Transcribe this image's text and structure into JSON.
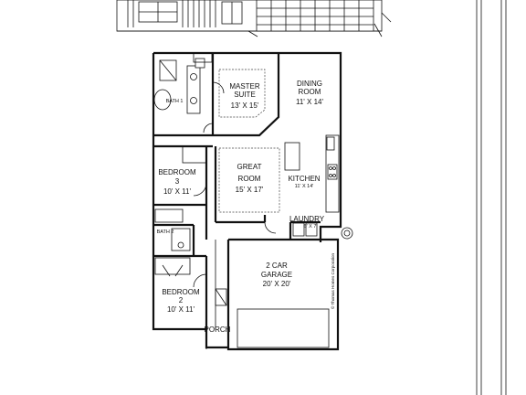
{
  "rooms": {
    "master_suite": {
      "name_line1": "MASTER",
      "name_line2": "SUITE",
      "size": "13' X 15'"
    },
    "dining_room": {
      "name_line1": "DINING",
      "name_line2": "ROOM",
      "size": "11' X 14'"
    },
    "great_room": {
      "name_line1": "GREAT",
      "name_line2": "ROOM",
      "size": "15' X 17'"
    },
    "kitchen": {
      "name": "KITCHEN",
      "size": "11' X 14'"
    },
    "bedroom3": {
      "name_line1": "BEDROOM",
      "name_line2": "3",
      "size": "10' X 11'"
    },
    "bedroom2": {
      "name_line1": "BEDROOM",
      "name_line2": "2",
      "size": "10' X 11'"
    },
    "bath1": {
      "name": "BATH 1"
    },
    "bath2": {
      "name": "BATH 2"
    },
    "laundry": {
      "name": "LAUNDRY",
      "size": "6' X 7'"
    },
    "garage": {
      "name_line1": "2 CAR",
      "name_line2": "GARAGE",
      "size": "20' X 20'"
    },
    "porch": {
      "name": "PORCH"
    }
  },
  "copyright": "© Thomas Homes Corporation"
}
